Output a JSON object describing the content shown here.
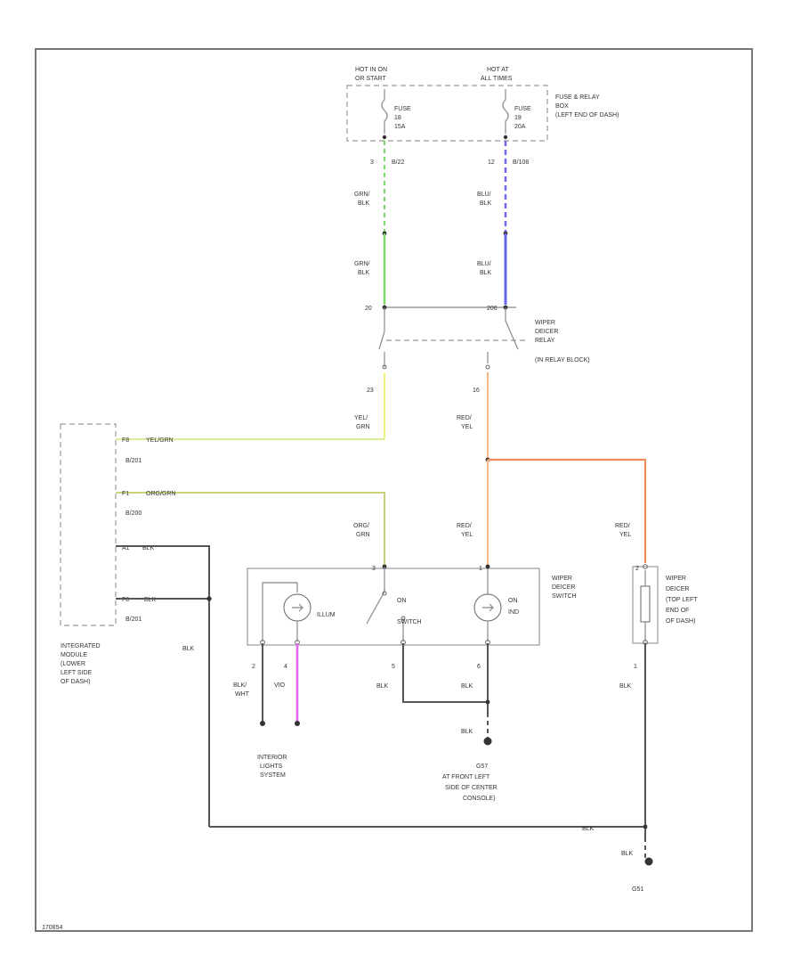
{
  "colors": {
    "grn_blk": "#7fd86a",
    "blu_blk": "#6a66e8",
    "yel_grn": "#d6ee9a",
    "org_grn": "#cbd27a",
    "red_yel": "#f6ba8a",
    "red_yel_dark": "#ef8a5a",
    "vio": "#e466ef",
    "yel": "#f0f07a",
    "blk": "#555555"
  },
  "fuse_box": {
    "hot_left_1": "HOT IN ON",
    "hot_left_2": "OR START",
    "hot_right_1": "HOT AT",
    "hot_right_2": "ALL TIMES",
    "fuse_left_1": "FUSE",
    "fuse_left_2": "18",
    "fuse_left_3": "15A",
    "fuse_right_1": "FUSE",
    "fuse_right_2": "19",
    "fuse_right_3": "20A",
    "label_1": "FUSE & RELAY",
    "label_2": "BOX",
    "label_3": "(LEFT END OF DASH)"
  },
  "wires": {
    "left_conn": "3",
    "left_conn_id": "B/22",
    "right_conn": "12",
    "right_conn_id": "B/108",
    "grn_1": "GRN/",
    "grn_2": "BLK",
    "grn_b_1": "GRN/",
    "grn_b_2": "BLK",
    "blu_1": "BLU/",
    "blu_2": "BLK",
    "blu_b_1": "BLU/",
    "blu_b_2": "BLK",
    "yel_1": "YEL/",
    "yel_2": "GRN",
    "red_1": "RED/",
    "red_2": "YEL",
    "red_b_1": "RED/",
    "red_b_2": "YEL",
    "red_c_1": "RED/",
    "red_c_2": "YEL",
    "org_1": "ORG/",
    "org_2": "GRN",
    "blk_left": "BLK",
    "blk_bottom": "BLK",
    "blk_right": "BLK",
    "blk_mid_a": "BLK",
    "blk_mid_b": "BLK",
    "blk_g_a": "BLK",
    "blk_g_b": "BLK",
    "blk_wht_1": "BLK/",
    "blk_wht_2": "WHT",
    "vio": "VIO"
  },
  "relay": {
    "pin_left": "20",
    "pin_right": "206",
    "pin_23": "23",
    "pin_16": "16",
    "label_1": "WIPER",
    "label_2": "DEICER",
    "label_3": "RELAY",
    "label_4": "(IN RELAY BLOCK)"
  },
  "module": {
    "pin1": "F8",
    "pin1_wire": "YEL/GRN",
    "pin1_conn": "B/201",
    "pin2": "F1",
    "pin2_wire": "ORG/GRN",
    "pin2_conn": "B/200",
    "pin3": "A1",
    "pin3_wire": "BLK",
    "pin4": "F6",
    "pin4_wire": "BLK",
    "pin4_conn": "B/201",
    "label_1": "INTEGRATED",
    "label_2": "MODULE",
    "label_3": "(LOWER",
    "label_4": "LEFT SIDE",
    "label_5": "OF DASH)"
  },
  "switch": {
    "pin_3": "3",
    "pin_1": "1",
    "pin_2": "2",
    "pin_4": "4",
    "pin_5": "5",
    "pin_6": "6",
    "illum": "ILLUM",
    "on_1": "ON",
    "on_2": "SWITCH",
    "ind_1": "ON",
    "ind_2": "IND",
    "label_1": "WIPER",
    "label_2": "DEICER",
    "label_3": "SWITCH"
  },
  "deicer": {
    "pin_2": "2",
    "pin_1": "1",
    "label_1": "WIPER",
    "label_2": "DEICER",
    "label_3": "(TOP LEFT",
    "label_4": "END OF",
    "label_5": "OF DASH)"
  },
  "interior": {
    "label_1": "INTERIOR",
    "label_2": "LIGHTS",
    "label_3": "SYSTEM"
  },
  "ground_g57": {
    "id": "G57",
    "label_1": "AT FRONT LEFT",
    "label_2": "SIDE OF CENTER",
    "label_3": "CONSOLE)"
  },
  "ground_g51": {
    "id": "G51"
  },
  "footer": {
    "code": "170854"
  }
}
